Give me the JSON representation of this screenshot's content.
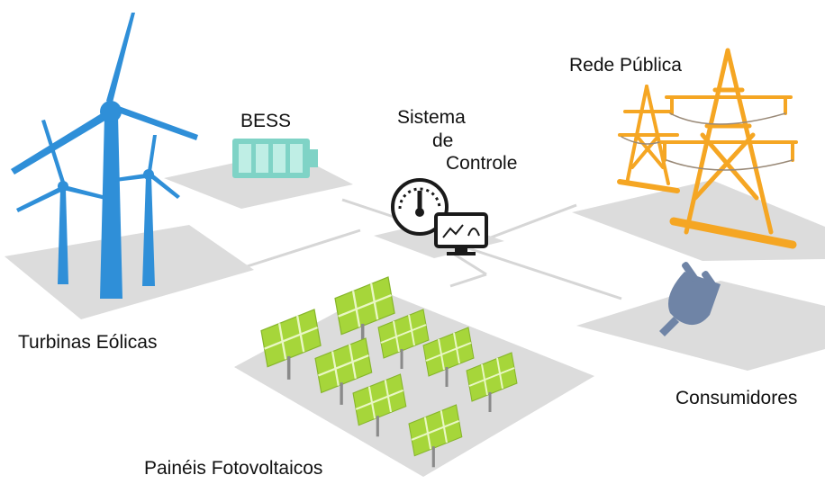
{
  "labels": {
    "wind": "Turbinas Eólicas",
    "bess": "BESS",
    "control_line1": "Sistema",
    "control_line2": "de",
    "control_line3": "Controle",
    "grid": "Rede Pública",
    "consumers": "Consumidores",
    "pv": "Painéis Fotovoltaicos"
  },
  "colors": {
    "platform": "#dcdcdc",
    "platform_shadow": "#cfcfcf",
    "connector": "#d6d6d6",
    "wind": "#2f8fd8",
    "battery": "#7fd3c6",
    "tower": "#f5a623",
    "plug": "#6f84a6",
    "panel": "#a6d63a",
    "panel_grid": "#e9f7c4",
    "control_dark": "#1a1a1a"
  },
  "icons": {
    "wind": "wind-turbine-icon",
    "battery": "battery-icon",
    "control": "gauge-monitor-icon",
    "grid": "power-tower-icon",
    "consumers": "plug-icon",
    "pv": "solar-panel-icon"
  }
}
